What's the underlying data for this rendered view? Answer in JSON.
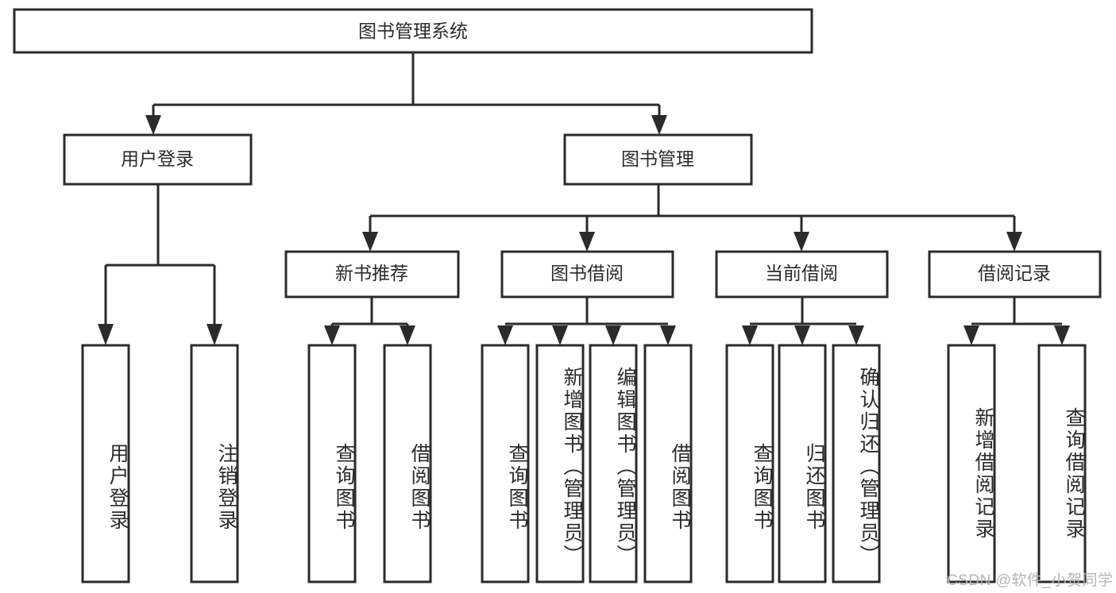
{
  "diagram": {
    "type": "tree-hierarchy-chart",
    "title": "图书管理系统",
    "orientation": "top-down",
    "colors": {
      "background": "#ffffff",
      "box_fill": "#ffffff",
      "box_stroke": "#2b2b2b",
      "connector": "#2b2b2b",
      "text": "#2b2b2b",
      "watermark": "#b4b4b4"
    },
    "root": {
      "label": "图书管理系统"
    },
    "level1": [
      {
        "label": "用户登录"
      },
      {
        "label": "图书管理"
      }
    ],
    "level2": [
      {
        "label": "新书推荐"
      },
      {
        "label": "图书借阅"
      },
      {
        "label": "当前借阅"
      },
      {
        "label": "借阅记录"
      }
    ],
    "leaves": {
      "user_login": [
        {
          "label": "用户登录"
        },
        {
          "label": "注销登录"
        }
      ],
      "new_book_recommend": [
        {
          "label": "查询图书"
        },
        {
          "label": "借阅图书"
        }
      ],
      "book_borrow": [
        {
          "label": "查询图书"
        },
        {
          "label": "新增图书（管理员）"
        },
        {
          "label": "编辑图书（管理员）"
        },
        {
          "label": "借阅图书"
        }
      ],
      "current_borrow": [
        {
          "label": "查询图书"
        },
        {
          "label": "归还图书"
        },
        {
          "label": "确认归还（管理员）"
        }
      ],
      "borrow_record": [
        {
          "label": "新增借阅记录"
        },
        {
          "label": "查询借阅记录"
        }
      ]
    }
  },
  "watermark": {
    "text": "CSDN @软件_小贺同学"
  }
}
